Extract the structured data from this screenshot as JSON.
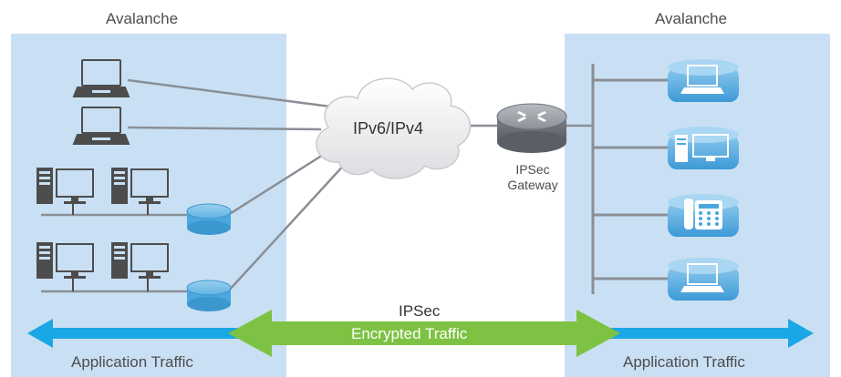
{
  "left_panel": {
    "title": "Avalanche",
    "footer": "Application Traffic"
  },
  "right_panel": {
    "title": "Avalanche",
    "footer": "Application Traffic"
  },
  "cloud": {
    "label": "IPv6/IPv4"
  },
  "gateway": {
    "line1": "IPSec",
    "line2": "Gateway"
  },
  "tunnel": {
    "label_top": "IPSec",
    "label_bottom": "Encrypted Traffic"
  },
  "colors": {
    "panel": "#c9e0f4",
    "app_arrow": "#1aa7e6",
    "encrypted_arrow": "#7dc242",
    "line": "#8a8f96",
    "device_blue": "#4aa8df"
  },
  "icons": [
    "laptop-icon",
    "desktop-computer-icon",
    "network-switch-icon",
    "cloud-icon",
    "router-icon",
    "ip-phone-icon"
  ]
}
